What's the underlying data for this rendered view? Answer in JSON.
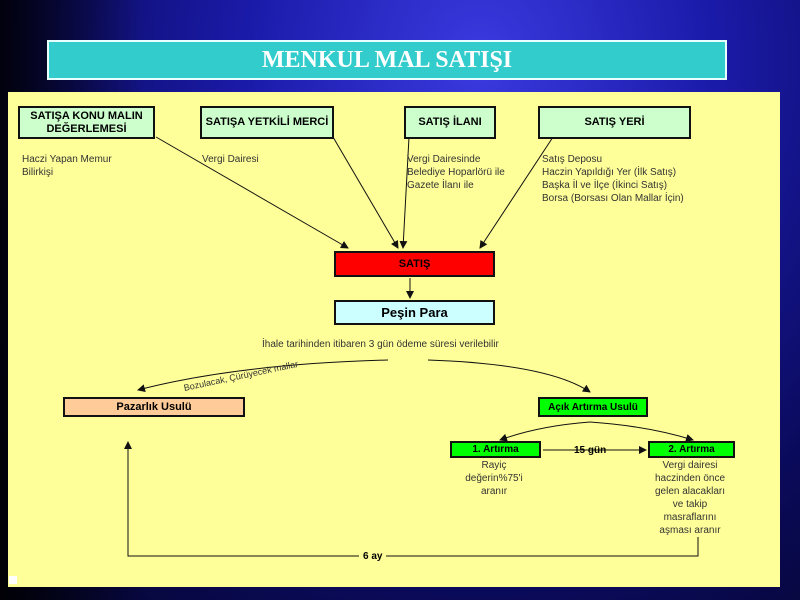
{
  "title": "MENKUL MAL SATIŞI",
  "top_boxes": [
    {
      "label": "SATIŞA KONU MALIN\nDEĞERLEMESİ"
    },
    {
      "label": "SATIŞA YETKİLİ MERCİ"
    },
    {
      "label": "SATIŞ İLANI"
    },
    {
      "label": "SATIŞ YERİ"
    }
  ],
  "top_notes": [
    "Haczi Yapan Memur\nBilirkişi",
    "Vergi Dairesi",
    "Vergi Dairesinde\nBelediye Hoparlörü ile\nGazete İlanı ile",
    "Satış Deposu\nHaczin Yapıldığı Yer (İlk Satış)\nBaşka İl ve İlçe (İkinci Satış)\nBorsa (Borsası Olan Mallar İçin)"
  ],
  "satis_label": "SATIŞ",
  "pesin_para_label": "Peşin Para",
  "ihale_note": "İhale tarihinden itibaren 3 gün ödeme süresi verilebilir",
  "bozulacak_note": "Bozulacak, Çürüyecek mallar",
  "pazarlik_label": "Pazarlık Usulü",
  "acik_artirma_label": "Açık Artırma Usulü",
  "artirma1_label": "1. Artırma",
  "artirma2_label": "2. Artırma",
  "gun15_label": "15 gün",
  "artirma1_note": "Rayiç\ndeğerin%75'i\naranır",
  "artirma2_note": "Vergi dairesi\nhaczinden önce\ngelen alacakları\nve takip\nmasraflarını\naşması aranır",
  "ay6_label": "6 ay",
  "colors": {
    "title_bg": "#33cccc",
    "panel_bg": "#ffff99",
    "satis_bg": "#ff0000",
    "pesin_bg": "#ccffff",
    "pazarlik_bg": "#ffcc99",
    "green_bg": "#00ff00",
    "top_box_bg": "#ccffcc"
  }
}
